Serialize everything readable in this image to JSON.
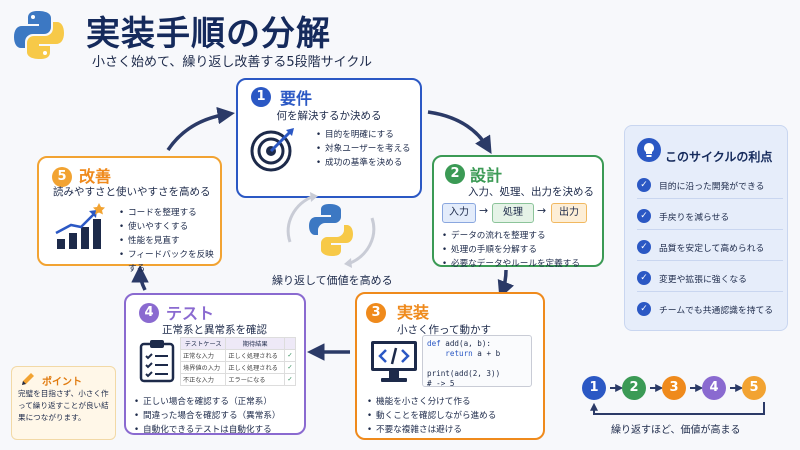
{
  "header": {
    "title": "実装手順の分解",
    "subtitle": "小さく始めて、繰り返し改善する5段階サイクル"
  },
  "colors": {
    "navy": "#152a5c",
    "blue": "#2b58c4",
    "green": "#3b9a55",
    "orange": "#ef8a1c",
    "purple": "#8a6ad0",
    "amber": "#f2a332"
  },
  "steps": [
    {
      "number": "1",
      "title": "要件",
      "description": "何を解決するか決める",
      "icon": "target-icon",
      "bullets": [
        "目的を明確にする",
        "対象ユーザーを考える",
        "成功の基準を決める"
      ]
    },
    {
      "number": "2",
      "title": "設計",
      "description": "入力、処理、出力を決める",
      "flow": [
        "入力",
        "処理",
        "出力"
      ],
      "bullets": [
        "データの流れを整理する",
        "処理の手順を分解する",
        "必要なデータやルールを定義する"
      ]
    },
    {
      "number": "3",
      "title": "実装",
      "description": "小さく作って動かす",
      "icon": "code-monitor-icon",
      "code": {
        "line1_kw": "def",
        "line1_rest": " add(a, b):",
        "line2_kw": "return",
        "line2_rest": " a + b",
        "line3": "print(add(2, 3))",
        "line4": "# -> 5"
      },
      "bullets": [
        "機能を小さく分けて作る",
        "動くことを確認しながら進める",
        "不要な複雑さは避ける"
      ]
    },
    {
      "number": "4",
      "title": "テスト",
      "description": "正常系と異常系を確認",
      "icon": "clipboard-checklist-icon",
      "table": {
        "headers": [
          "テストケース",
          "期待結果",
          ""
        ],
        "rows": [
          [
            "正常な入力",
            "正しく処理される",
            "✓"
          ],
          [
            "境界値の入力",
            "正しく処理される",
            "✓"
          ],
          [
            "不正な入力",
            "エラーになる",
            "✓"
          ]
        ]
      },
      "bullets": [
        "正しい場合を確認する（正常系）",
        "間違った場合を確認する（異常系）",
        "自動化できるテストは自動化する"
      ]
    },
    {
      "number": "5",
      "title": "改善",
      "description": "読みやすさと使いやすさを高める",
      "icon": "growth-chart-icon",
      "bullets": [
        "コードを整理する",
        "使いやすくする",
        "性能を見直す",
        "フィードバックを反映する"
      ]
    }
  ],
  "center": {
    "caption": "繰り返して価値を高める"
  },
  "benefits": {
    "title": "このサイクルの利点",
    "items": [
      "目的に沿った開発ができる",
      "手戻りを減らせる",
      "品質を安定して高められる",
      "変更や拡張に強くなる",
      "チームでも共通認識を持てる"
    ]
  },
  "point": {
    "title": "ポイント",
    "text": "完璧を目指さず、小さく作って繰り返すことが良い結果につながります。"
  },
  "chain": {
    "numbers": [
      "1",
      "2",
      "3",
      "4",
      "5"
    ],
    "caption": "繰り返すほど、価値が高まる"
  }
}
